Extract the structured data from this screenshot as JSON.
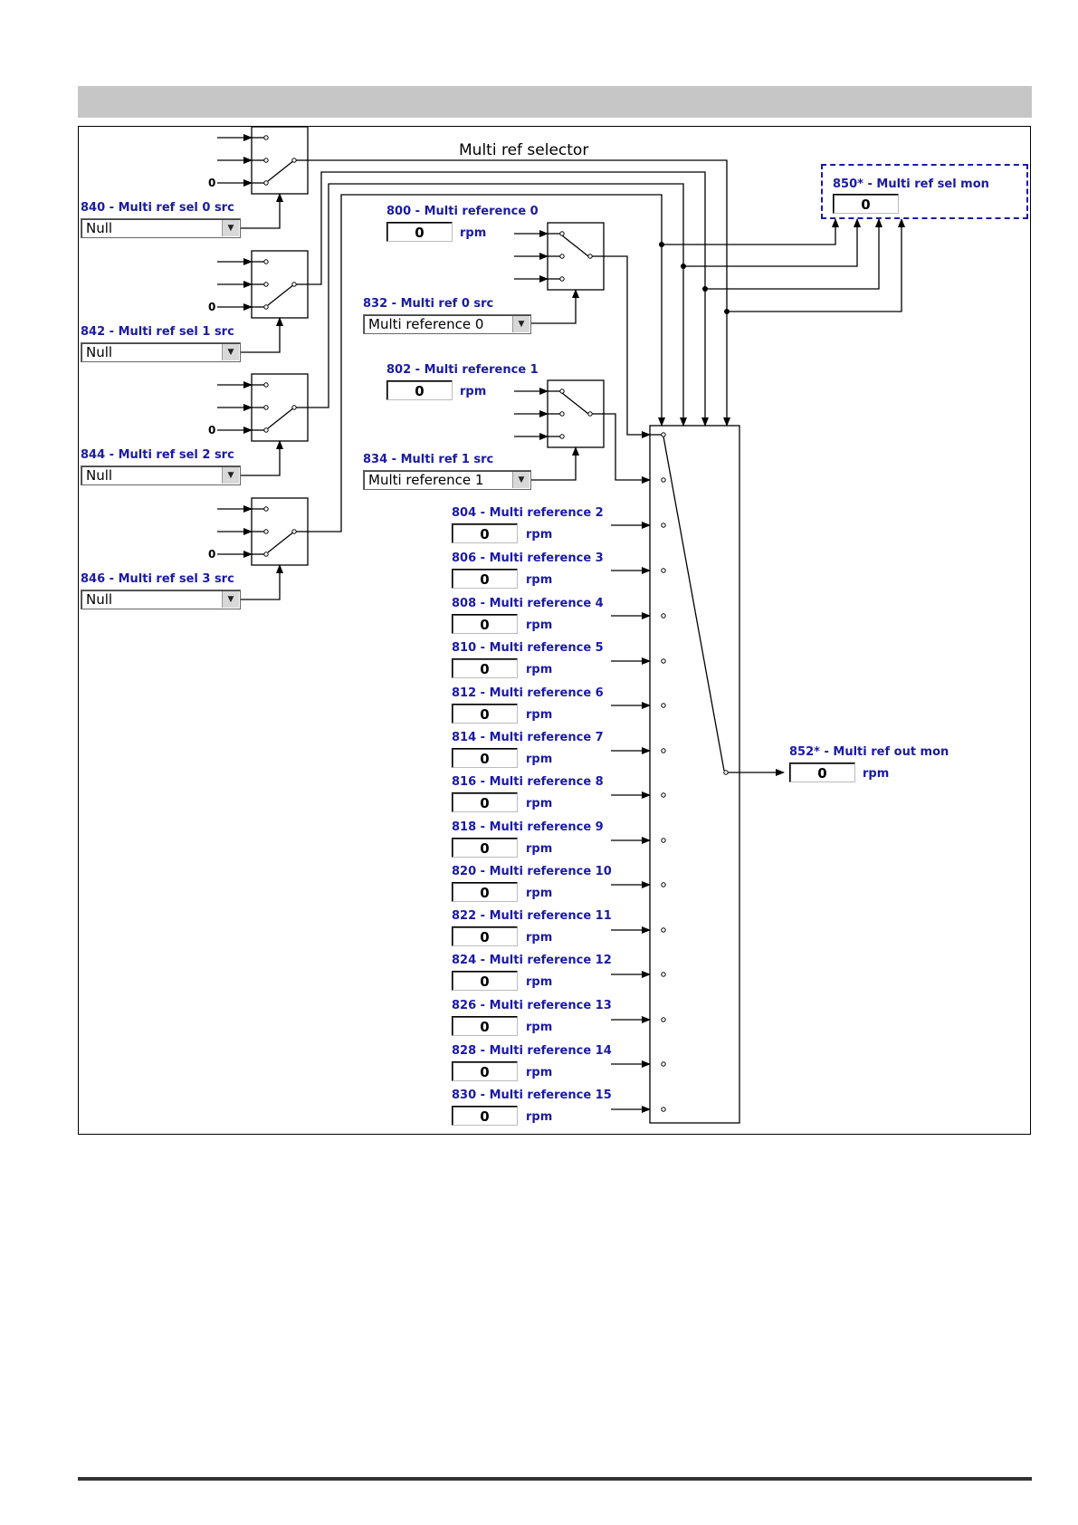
{
  "title": "Multi ref selector",
  "unit": "rpm",
  "zero_label": "0",
  "selector_sources": [
    {
      "label": "840 - Multi ref sel 0 src",
      "value": "Null"
    },
    {
      "label": "842 - Multi ref sel 1 src",
      "value": "Null"
    },
    {
      "label": "844 - Multi ref sel 2 src",
      "value": "Null"
    },
    {
      "label": "846 - Multi ref sel 3 src",
      "value": "Null"
    }
  ],
  "reference_sources": [
    {
      "label": "832 - Multi ref 0 src",
      "value": "Multi reference 0"
    },
    {
      "label": "834 - Multi ref 1 src",
      "value": "Multi reference 1"
    }
  ],
  "references": [
    {
      "label": "800 - Multi reference 0",
      "value": "0"
    },
    {
      "label": "802 - Multi reference 1",
      "value": "0"
    },
    {
      "label": "804 - Multi reference 2",
      "value": "0"
    },
    {
      "label": "806 - Multi reference 3",
      "value": "0"
    },
    {
      "label": "808 - Multi reference 4",
      "value": "0"
    },
    {
      "label": "810 - Multi reference 5",
      "value": "0"
    },
    {
      "label": "812 - Multi reference 6",
      "value": "0"
    },
    {
      "label": "814 - Multi reference 7",
      "value": "0"
    },
    {
      "label": "816 - Multi reference 8",
      "value": "0"
    },
    {
      "label": "818 - Multi reference 9",
      "value": "0"
    },
    {
      "label": "820 - Multi reference 10",
      "value": "0"
    },
    {
      "label": "822 - Multi reference 11",
      "value": "0"
    },
    {
      "label": "824 - Multi reference 12",
      "value": "0"
    },
    {
      "label": "826 - Multi reference 13",
      "value": "0"
    },
    {
      "label": "828 - Multi reference 14",
      "value": "0"
    },
    {
      "label": "830 - Multi reference 15",
      "value": "0"
    }
  ],
  "sel_monitor": {
    "label": "850* - Multi ref sel mon",
    "value": "0"
  },
  "out_monitor": {
    "label": "852* - Multi ref out mon",
    "value": "0"
  },
  "colors": {
    "label_blue": "#1a1aa6",
    "header_gray": "#c6c6c6"
  }
}
